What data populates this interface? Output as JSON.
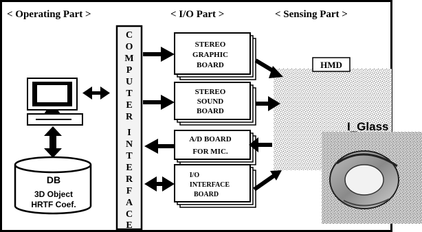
{
  "headers": {
    "operating": "< Operating Part >",
    "io": "< I/O Part >",
    "sensing": "< Sensing Part >"
  },
  "interface_letters": [
    "C",
    "O",
    "M",
    "P",
    "U",
    "T",
    "E",
    "R",
    "I",
    "N",
    "T",
    "E",
    "R",
    "F",
    "A",
    "C",
    "E"
  ],
  "boards": [
    {
      "lines": [
        "STEREO",
        "GRAPHIC",
        "BOARD"
      ]
    },
    {
      "lines": [
        "STEREO",
        "SOUND",
        "BOARD"
      ]
    },
    {
      "lines": [
        "A/D BOARD",
        "FOR MIC."
      ]
    },
    {
      "lines": [
        "I/O",
        "INTERFACE",
        "BOARD"
      ]
    }
  ],
  "database": {
    "title": "DB",
    "lines": [
      "3D Object",
      "HRTF Coef."
    ]
  },
  "sensing": {
    "hmd_label": "HMD",
    "glass_label": "I_Glass"
  },
  "colors": {
    "ink": "#000000",
    "paper": "#ffffff",
    "pillar": "#f3f3f3",
    "noise": "#7a7a7a"
  }
}
